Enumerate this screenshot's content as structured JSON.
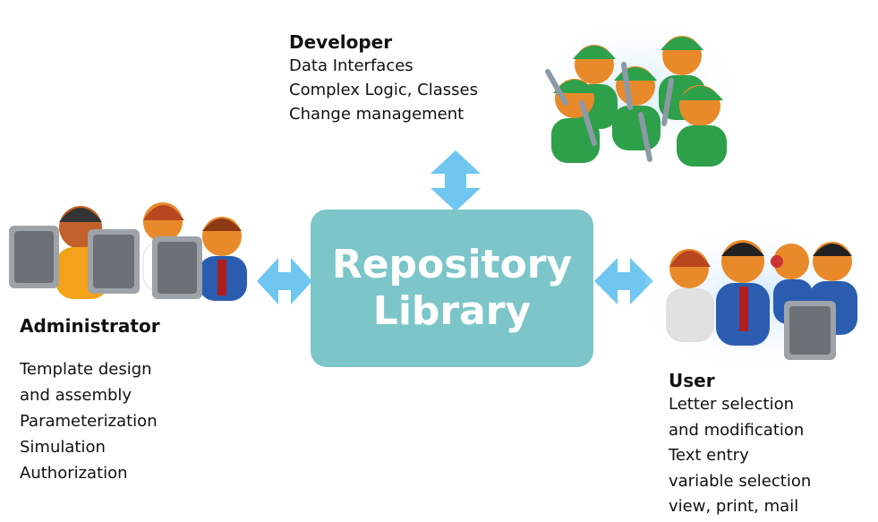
{
  "center": {
    "line1": "Repository",
    "line2": "Library"
  },
  "developer": {
    "title": "Developer",
    "items": [
      "Data Interfaces",
      "Complex Logic, Classes",
      "Change management"
    ]
  },
  "administrator": {
    "title": "Administrator",
    "items": [
      "Template design",
      "and assembly",
      "Parameterization",
      "Simulation",
      "Authorization"
    ]
  },
  "user": {
    "title": "User",
    "items": [
      "Letter selection",
      "and modification",
      "Text entry",
      "variable selection",
      "view, print, mail"
    ]
  },
  "colors": {
    "box": "#7cc5c9",
    "arrow": "#6fc6f0",
    "developer_shirt": "#2ea04a",
    "user_shirt": "#2a5db0",
    "skin": "#e88a2a"
  },
  "icons": {
    "developer": "developers-with-wrenches-icon",
    "administrator": "administrators-at-computers-icon",
    "user": "users-at-computers-icon"
  }
}
